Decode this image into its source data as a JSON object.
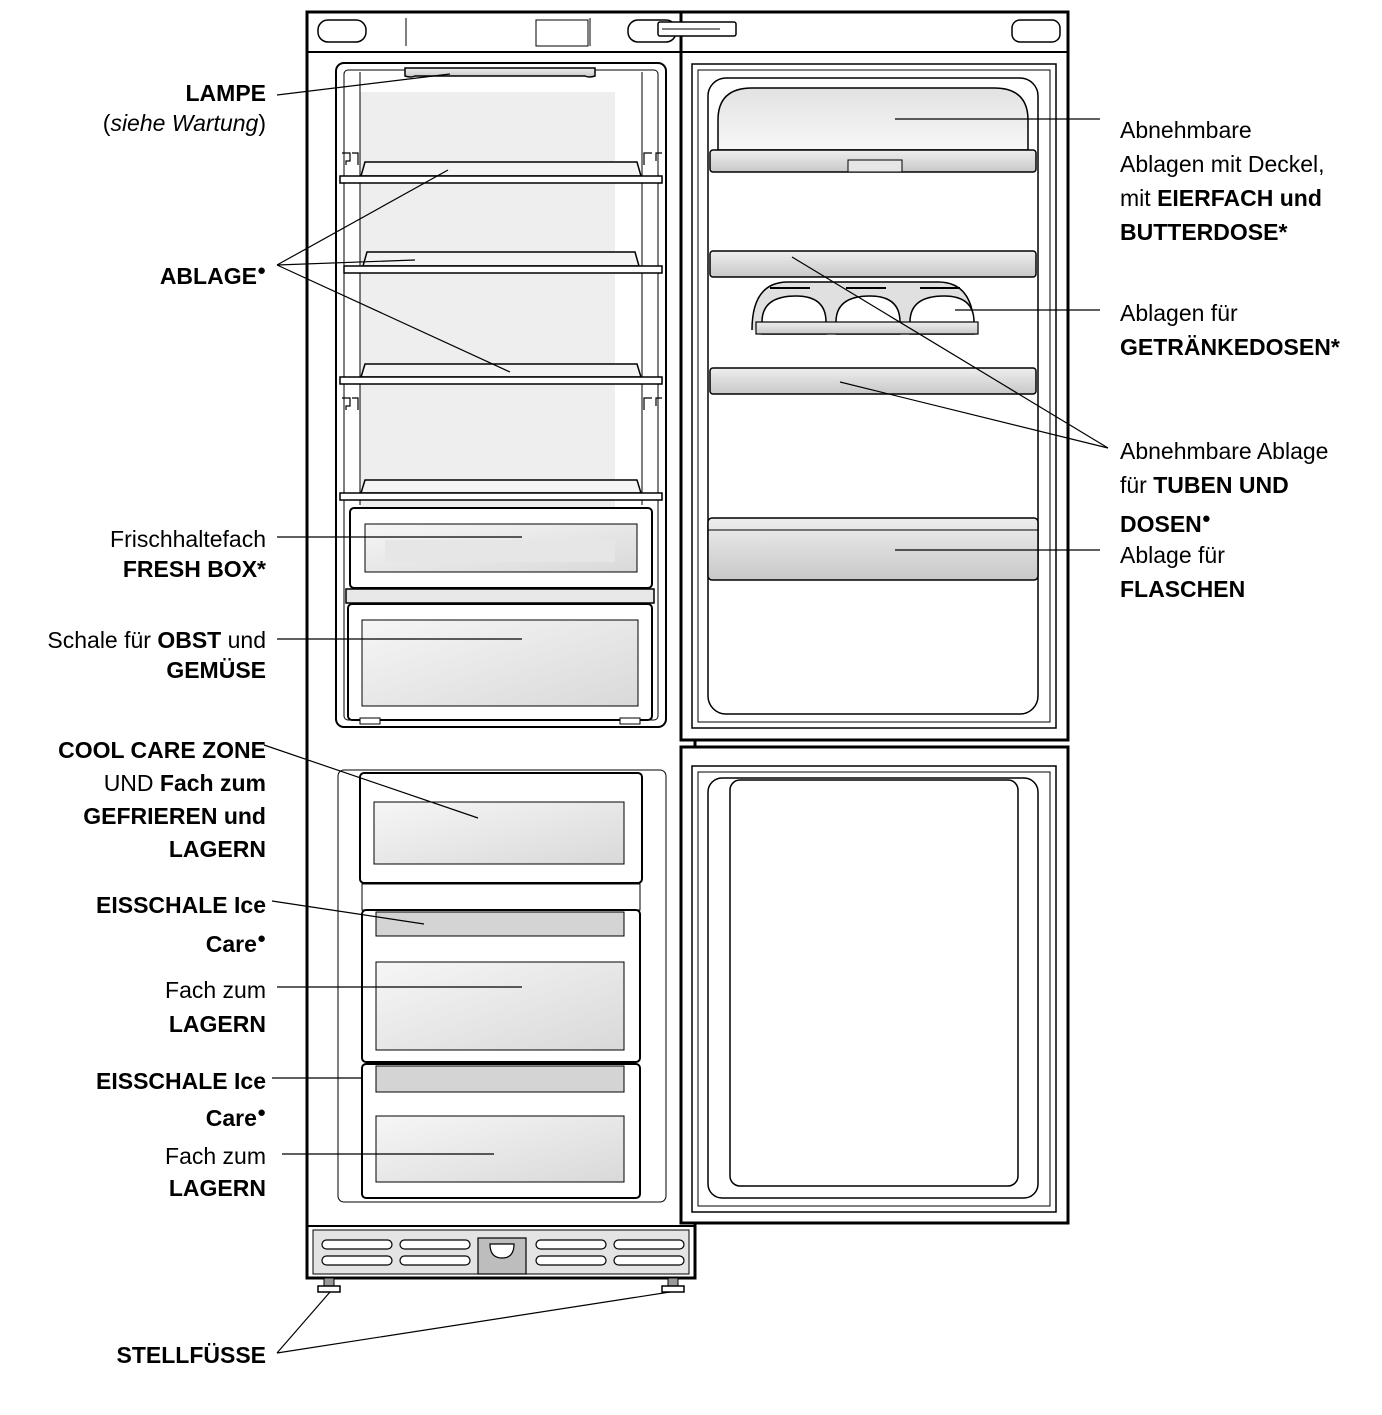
{
  "labels": {
    "lamp": {
      "title": "LAMPE",
      "note_open": "(",
      "note": "siehe Wartung",
      "note_close": ")"
    },
    "shelf": {
      "title": "ABLAGE",
      "mark": "●"
    },
    "fresh_box": {
      "line1": "Frischhaltefach",
      "line2": "FRESH BOX*"
    },
    "fruit_veg": {
      "prefix": "Schale für ",
      "b1": "OBST",
      "mid": " und",
      "b2": "GEMÜSE"
    },
    "cool_care": {
      "line1": "COOL CARE ZONE",
      "line2_plain": "UND ",
      "line2_bold": "Fach zum",
      "line3": "GEFRIEREN und",
      "line4": "LAGERN"
    },
    "ice_tray_1": {
      "line1": "EISSCHALE Ice",
      "line2": "Care",
      "mark": "●"
    },
    "storage_1": {
      "line1": "Fach zum",
      "line2": "LAGERN"
    },
    "ice_tray_2": {
      "line1": "EISSCHALE Ice",
      "line2": "Care",
      "mark": "●"
    },
    "storage_2": {
      "line1": "Fach zum",
      "line2": "LAGERN"
    },
    "feet": {
      "title": "STELLFÜSSE"
    },
    "lid_shelves": {
      "line1": "Abnehmbare",
      "line2": "Ablagen mit Deckel,",
      "line3_plain": "mit ",
      "line3_bold": "EIERFACH und",
      "line4": "BUTTERDOSE*"
    },
    "can_shelves": {
      "line1": "Ablagen für",
      "line2": "GETRÄNKEDOSEN*"
    },
    "tube_shelf": {
      "line1": "Abnehmbare Ablage",
      "line2_plain": "für ",
      "line2_bold": "TUBEN UND",
      "line3": "DOSEN",
      "mark": "●"
    },
    "bottle_shelf": {
      "line1": "Ablage für",
      "line2": "FLASCHEN"
    }
  },
  "colors": {
    "line": "#000000",
    "fill_light": "#f0f0f0",
    "fill_mid": "#d8d8d8",
    "fill_dark": "#b8b8b8"
  }
}
